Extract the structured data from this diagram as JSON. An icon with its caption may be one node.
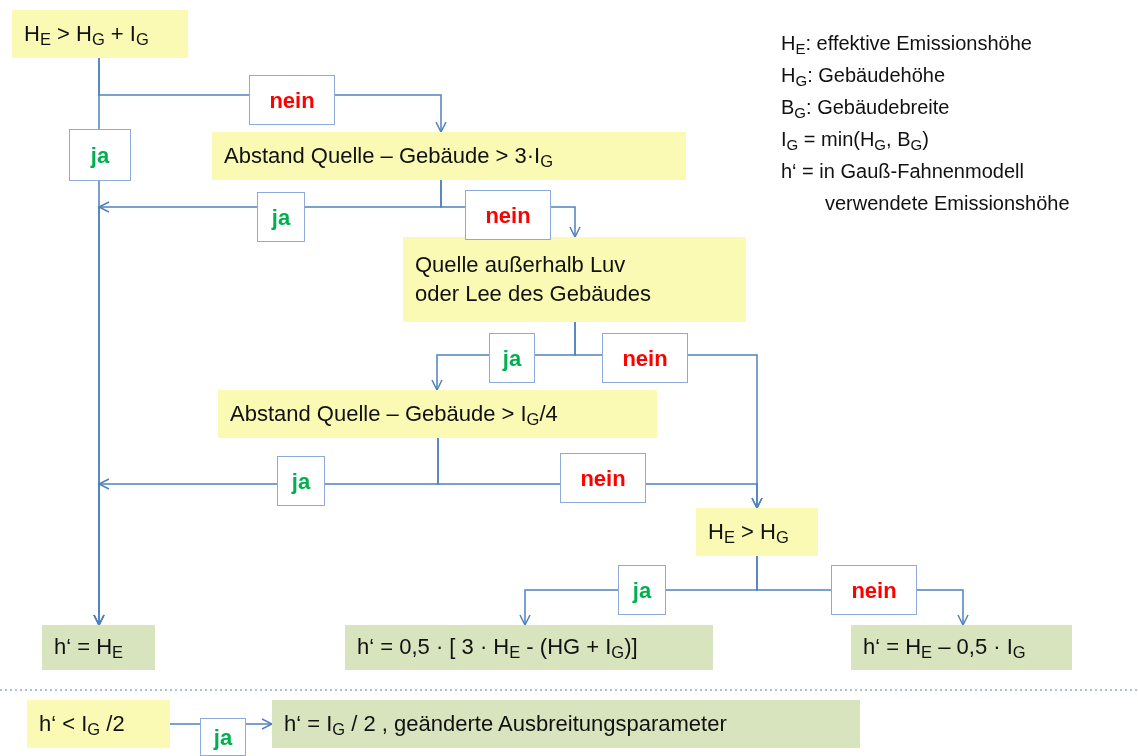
{
  "diagram": {
    "nodes": [
      {
        "text": [
          "H$_{E}$ > H$_{G}$ + I$_{G}$"
        ]
      },
      {
        "text": [
          "Abstand Quelle – Gebäude > 3·I$_{G}$"
        ]
      },
      {
        "text": [
          "Quelle außerhalb Luv oder Lee des Gebäudes"
        ]
      },
      {
        "text": [
          "Abstand Quelle – Gebäude > I$_{G}$/4"
        ]
      },
      {
        "text": [
          "H$_{E}$ > H$_{G}$"
        ]
      },
      {
        "text": [
          "h‘ = H$_{E}$"
        ]
      },
      {
        "text": [
          "h‘ = 0,5 · [ 3 · H$_{E}$  - (HG + I$_{G}$)]"
        ]
      },
      {
        "text": [
          "h‘ = H$_{E}$ – 0,5 · I$_{G}$"
        ]
      },
      {
        "text": [
          "h‘ < I$_{G}$ /2"
        ]
      },
      {
        "text": [
          "h‘ = I$_{G}$ / 2 , geänderte Ausbreitungsparameter"
        ]
      }
    ],
    "edges": [
      {
        "from": 0,
        "to": 5,
        "arrow": "to",
        "label": "ja"
      },
      {
        "from": 0,
        "to": 1,
        "arrow": "to",
        "label": "nein"
      },
      {
        "from": 1,
        "to": 5,
        "arrow": "to",
        "label": "ja"
      },
      {
        "from": 1,
        "to": 2,
        "arrow": "to",
        "label": "nein"
      },
      {
        "from": 2,
        "to": 3,
        "arrow": "to",
        "label": "ja"
      },
      {
        "from": 2,
        "to": 4,
        "arrow": "to",
        "label": "nein"
      },
      {
        "from": 3,
        "to": 5,
        "arrow": "to",
        "label": "ja"
      },
      {
        "from": 3,
        "to": 4,
        "arrow": "to",
        "label": "nein"
      },
      {
        "from": 4,
        "to": 6,
        "arrow": "to",
        "label": "ja"
      },
      {
        "from": 4,
        "to": 7,
        "arrow": "to",
        "label": "nein"
      },
      {
        "from": 8,
        "to": 9,
        "arrow": "to",
        "label": "ja"
      }
    ],
    "labels": [
      "H$_{E}$: effektive Emissionshöhe",
      "H$_{G}$: Gebäudehöhe",
      "B$_{G}$: Gebäudebreite",
      "I$_{G}$ = min(H$_{G}$, B$_{G}$)",
      "h‘ = in Gauß-Fahnenmodell verwendete Emissionshöhe"
    ]
  }
}
